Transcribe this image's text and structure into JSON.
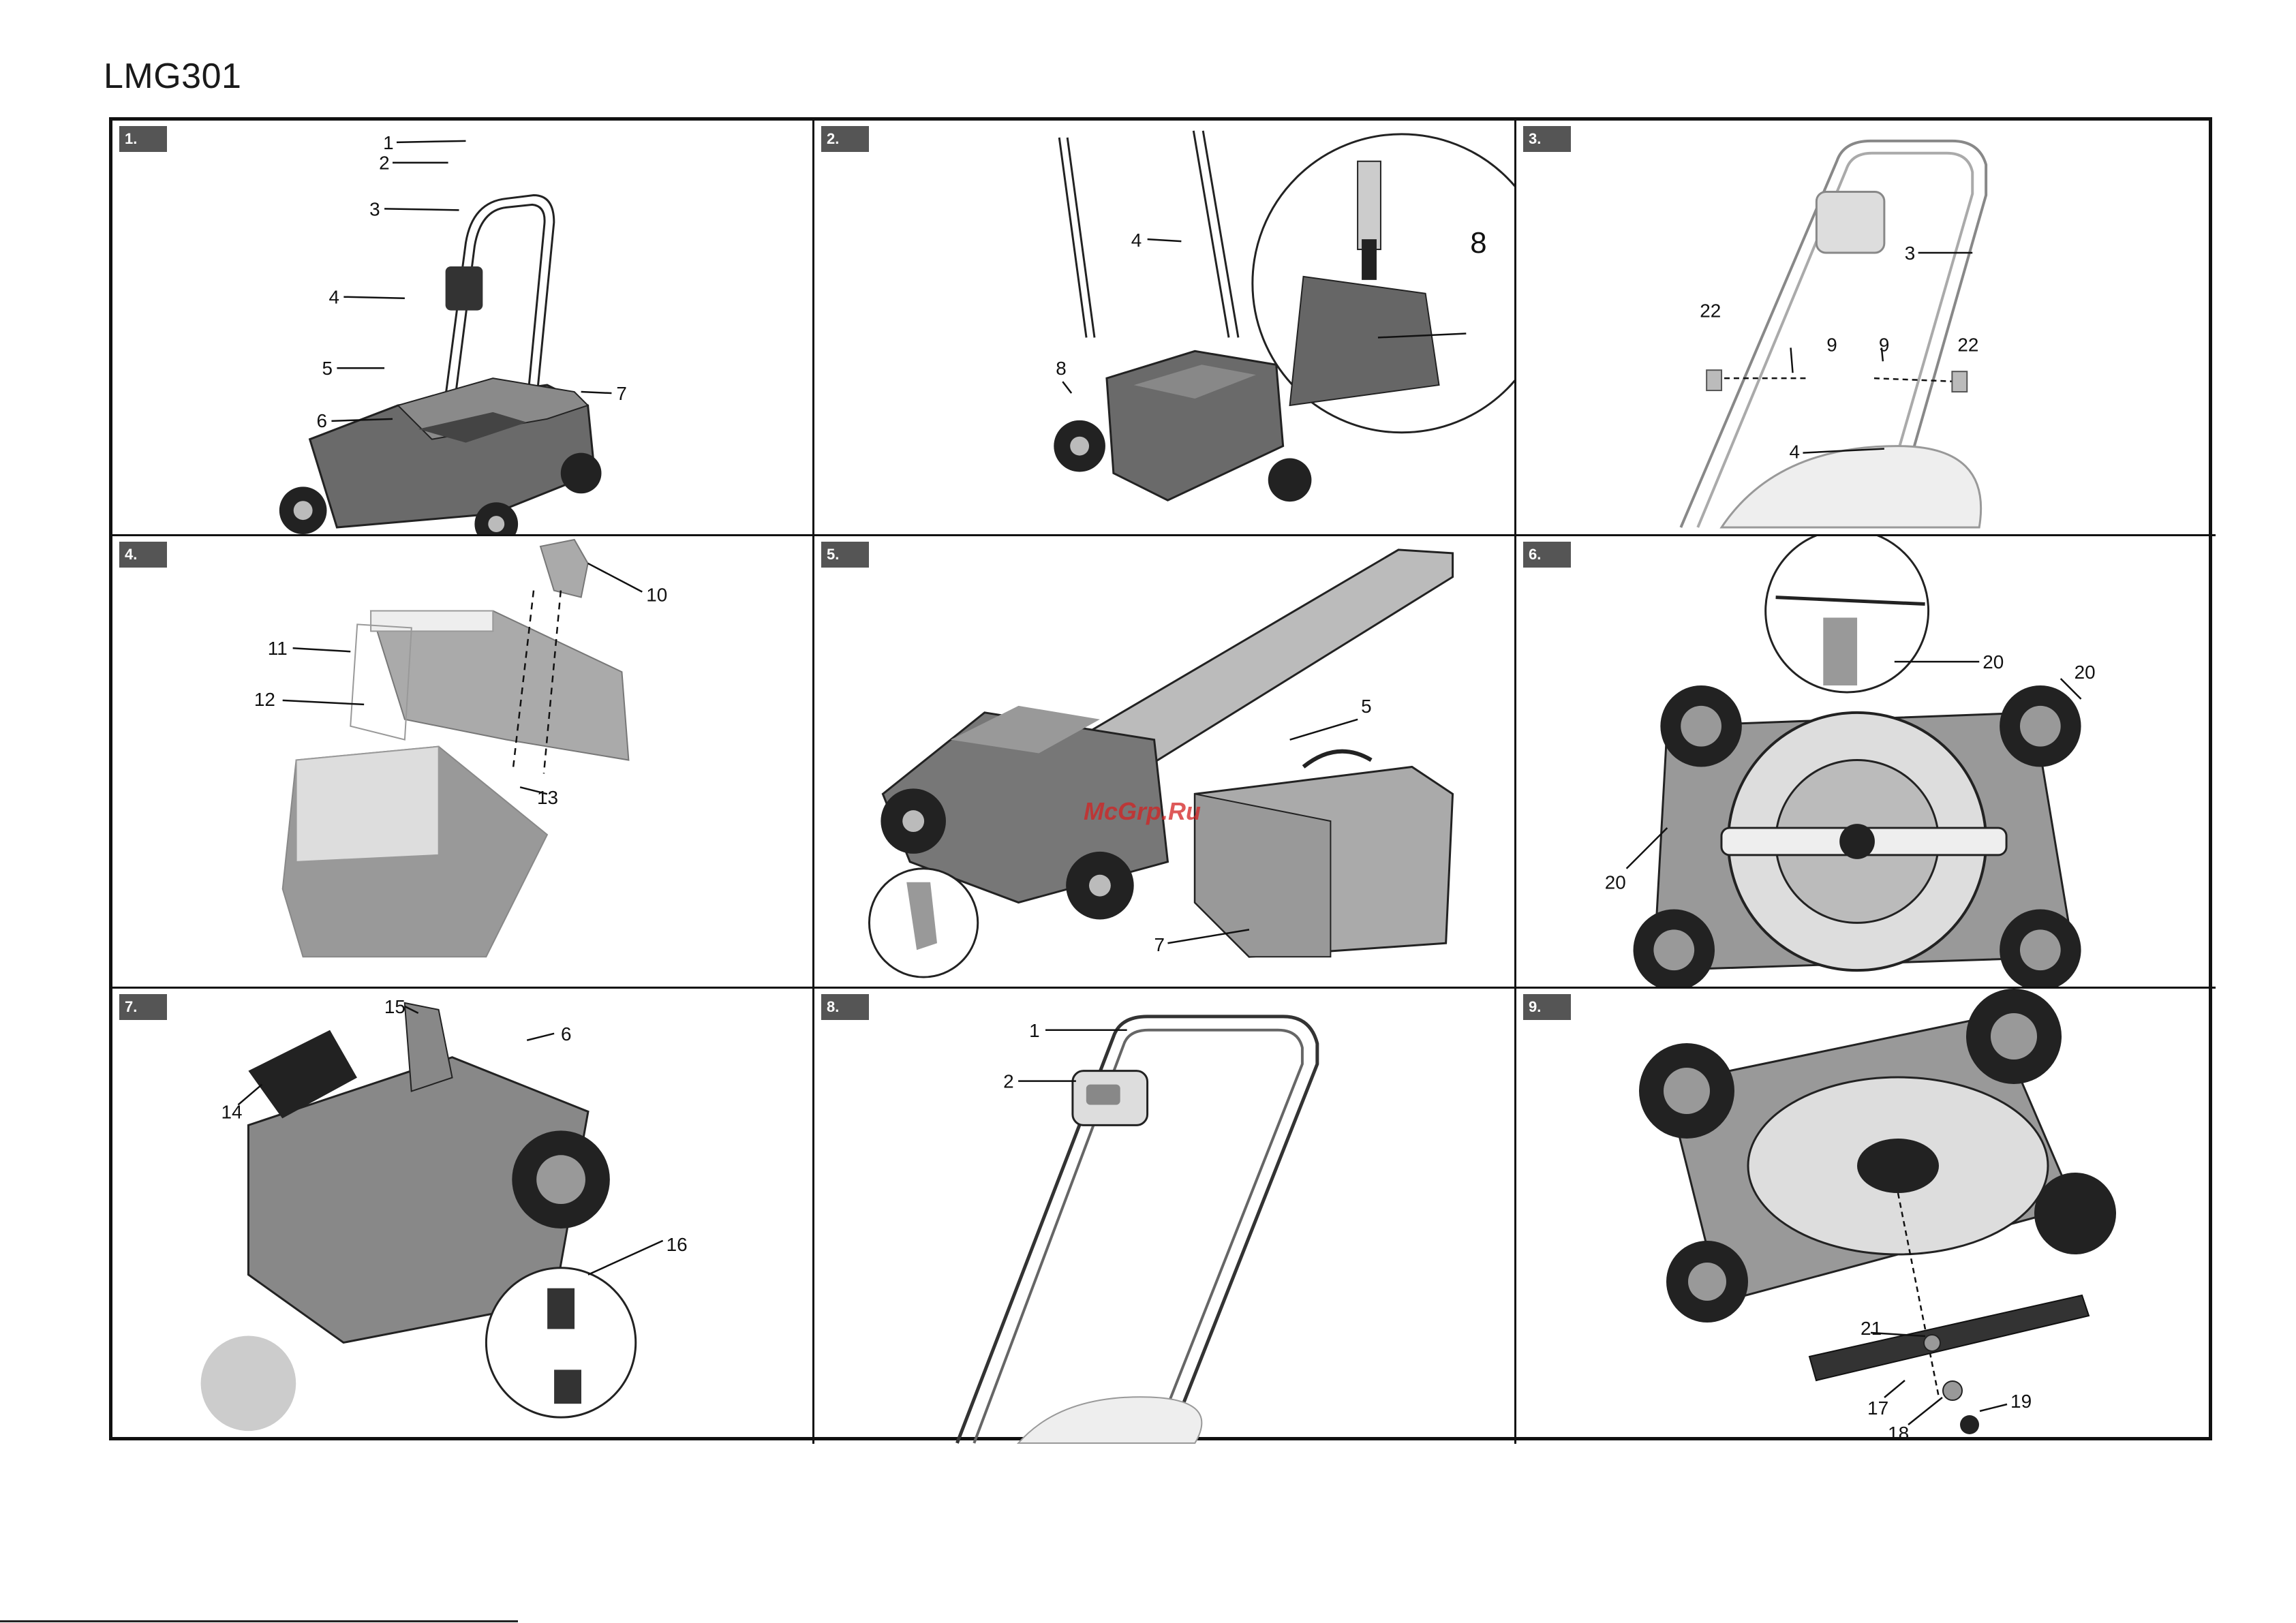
{
  "page": {
    "title": "LMG301",
    "watermark": "McGrp.Ru"
  },
  "panels": [
    {
      "badge": "1.",
      "callouts": [
        "1",
        "2",
        "3",
        "4",
        "5",
        "6",
        "7"
      ]
    },
    {
      "badge": "2.",
      "callouts": [
        "4",
        "8",
        "8"
      ]
    },
    {
      "badge": "3.",
      "callouts": [
        "3",
        "22",
        "9",
        "9",
        "22",
        "4"
      ]
    },
    {
      "badge": "4.",
      "callouts": [
        "10",
        "11",
        "12",
        "13"
      ]
    },
    {
      "badge": "5.",
      "callouts": [
        "5",
        "7"
      ]
    },
    {
      "badge": "6.",
      "callouts": [
        "20",
        "20",
        "20"
      ]
    },
    {
      "badge": "7.",
      "callouts": [
        "15",
        "6",
        "14",
        "16"
      ]
    },
    {
      "badge": "8.",
      "callouts": [
        "1",
        "2"
      ]
    },
    {
      "badge": "9.",
      "callouts": [
        "21",
        "19",
        "17",
        "18"
      ]
    }
  ]
}
